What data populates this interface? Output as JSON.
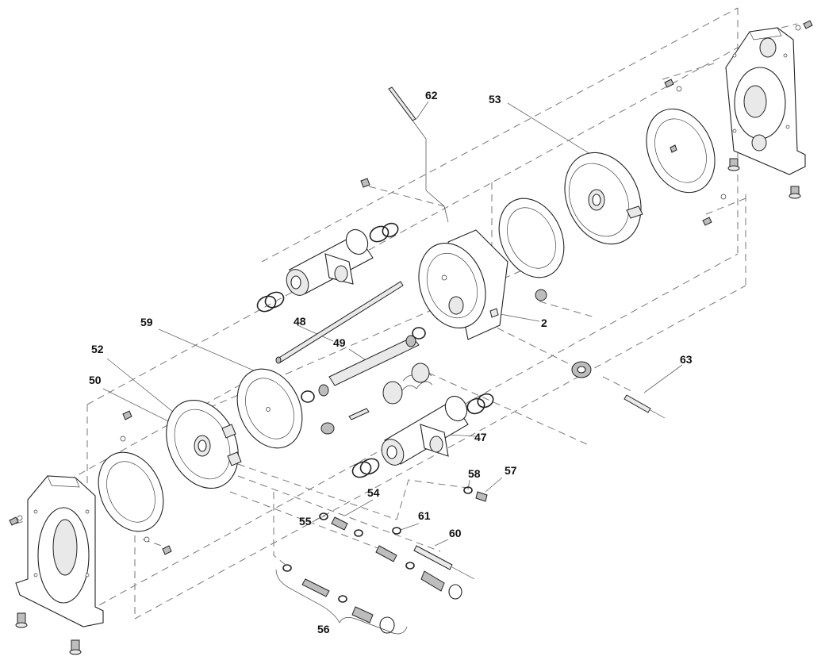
{
  "callouts": {
    "c2": "2",
    "c47": "47",
    "c48": "48",
    "c49": "49",
    "c50": "50",
    "c52": "52",
    "c53": "53",
    "c54": "54",
    "c55": "55",
    "c56": "56",
    "c57": "57",
    "c58": "58",
    "c59": "59",
    "c60": "60",
    "c61": "61",
    "c62": "62",
    "c63": "63"
  }
}
